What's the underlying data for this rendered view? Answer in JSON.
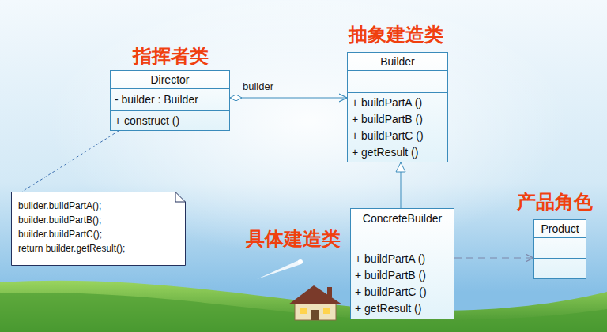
{
  "diagram": {
    "nodes": [
      {
        "text": [
          "指挥者类",
          "Director",
          "- builder : Builder",
          "+ construct ()"
        ]
      },
      {
        "text": [
          "抽象建造类",
          "Builder",
          "+ buildPartA ()",
          "+ buildPartB ()",
          "+ buildPartC ()",
          "+ getResult ()"
        ]
      },
      {
        "text": [
          "builder.buildPartA();",
          "builder.buildPartB();",
          "builder.buildPartC();",
          "return builder.getResult();"
        ]
      },
      {
        "text": [
          "具体建造类",
          "ConcreteBuilder",
          "+ buildPartA ()",
          "+ buildPartB ()",
          "+ buildPartC ()",
          "+ getResult ()"
        ]
      },
      {
        "text": [
          "产品角色",
          "Product"
        ]
      }
    ],
    "edges": [
      {
        "from": 0,
        "to": 1,
        "arrow": "to",
        "label": "builder"
      },
      {
        "from": 3,
        "to": 1,
        "arrow": "to"
      },
      {
        "from": 3,
        "to": 4,
        "arrow": "to"
      },
      {
        "from": 0,
        "to": 2,
        "arrow": "none"
      }
    ]
  }
}
